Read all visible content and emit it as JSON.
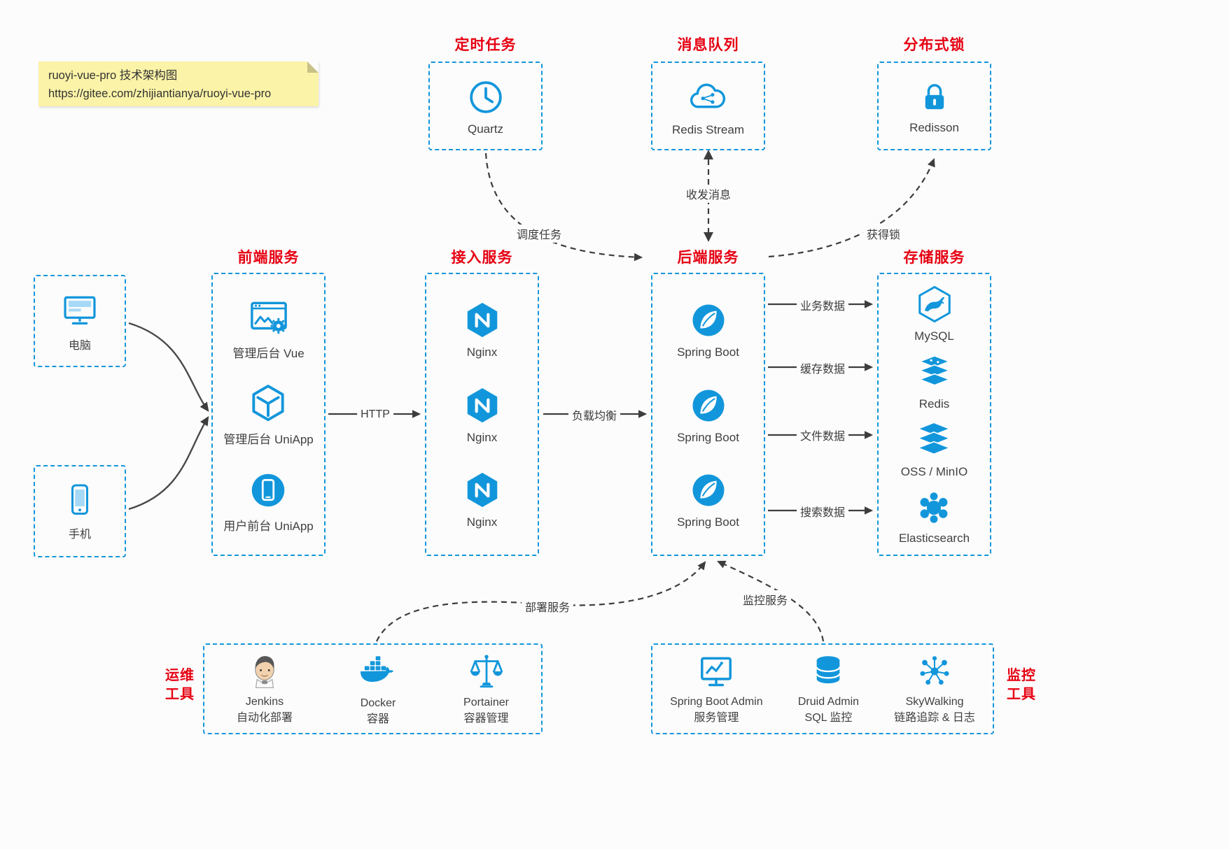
{
  "colors": {
    "accent": "#1296db",
    "title_red": "#e60012",
    "ink": "#404040",
    "page_bg": "#fcfcfc",
    "note_bg": "#fbf3a7"
  },
  "note": {
    "line1": "ruoyi-vue-pro 技术架构图",
    "line2": "https://gitee.com/zhijiantianya/ruoyi-vue-pro"
  },
  "scheduled": {
    "title": "定时任务",
    "item": {
      "label": "Quartz",
      "icon": "clock-icon"
    }
  },
  "mq": {
    "title": "消息队列",
    "item": {
      "label": "Redis Stream",
      "icon": "stream-cloud-icon"
    }
  },
  "lock": {
    "title": "分布式锁",
    "item": {
      "label": "Redisson",
      "icon": "lock-icon"
    }
  },
  "clients": {
    "pc": {
      "label": "电脑",
      "icon": "monitor-icon"
    },
    "mobile": {
      "label": "手机",
      "icon": "smartphone-icon"
    }
  },
  "frontend": {
    "title": "前端服务",
    "items": [
      {
        "label": "管理后台 Vue",
        "icon": "admin-vue-icon"
      },
      {
        "label": "管理后台 UniApp",
        "icon": "uniapp-hexagon-icon"
      },
      {
        "label": "用户前台 UniApp",
        "icon": "user-uniapp-icon"
      }
    ]
  },
  "gateway": {
    "title": "接入服务",
    "items": [
      {
        "label": "Nginx",
        "icon": "nginx-icon"
      },
      {
        "label": "Nginx",
        "icon": "nginx-icon"
      },
      {
        "label": "Nginx",
        "icon": "nginx-icon"
      }
    ]
  },
  "backend": {
    "title": "后端服务",
    "items": [
      {
        "label": "Spring Boot",
        "icon": "spring-boot-icon"
      },
      {
        "label": "Spring Boot",
        "icon": "spring-boot-icon"
      },
      {
        "label": "Spring Boot",
        "icon": "spring-boot-icon"
      }
    ]
  },
  "storage": {
    "title": "存储服务",
    "items": [
      {
        "label": "MySQL",
        "icon": "mysql-icon"
      },
      {
        "label": "Redis",
        "icon": "redis-stack-icon"
      },
      {
        "label": "OSS / MinIO",
        "icon": "object-storage-icon"
      },
      {
        "label": "Elasticsearch",
        "icon": "elasticsearch-icon"
      }
    ]
  },
  "ops": {
    "title_line1": "运维",
    "title_line2": "工具",
    "items": [
      {
        "name": "Jenkins",
        "desc": "自动化部署",
        "icon": "jenkins-icon"
      },
      {
        "name": "Docker",
        "desc": "容器",
        "icon": "docker-icon"
      },
      {
        "name": "Portainer",
        "desc": "容器管理",
        "icon": "portainer-scales-icon"
      }
    ]
  },
  "monitoring": {
    "title_line1": "监控",
    "title_line2": "工具",
    "items": [
      {
        "name": "Spring Boot Admin",
        "desc": "服务管理",
        "icon": "spring-boot-admin-icon"
      },
      {
        "name": "Druid Admin",
        "desc": "SQL 监控",
        "icon": "database-icon"
      },
      {
        "name": "SkyWalking",
        "desc": "链路追踪 & 日志",
        "icon": "skywalking-topology-icon"
      }
    ]
  },
  "edges": {
    "http": "HTTP",
    "load_balance": "负载均衡",
    "schedule": "调度任务",
    "message": "收发消息",
    "get_lock": "获得锁",
    "biz_data": "业务数据",
    "cache_data": "缓存数据",
    "file_data": "文件数据",
    "search_data": "搜索数据",
    "deploy": "部署服务",
    "monitor": "监控服务"
  }
}
